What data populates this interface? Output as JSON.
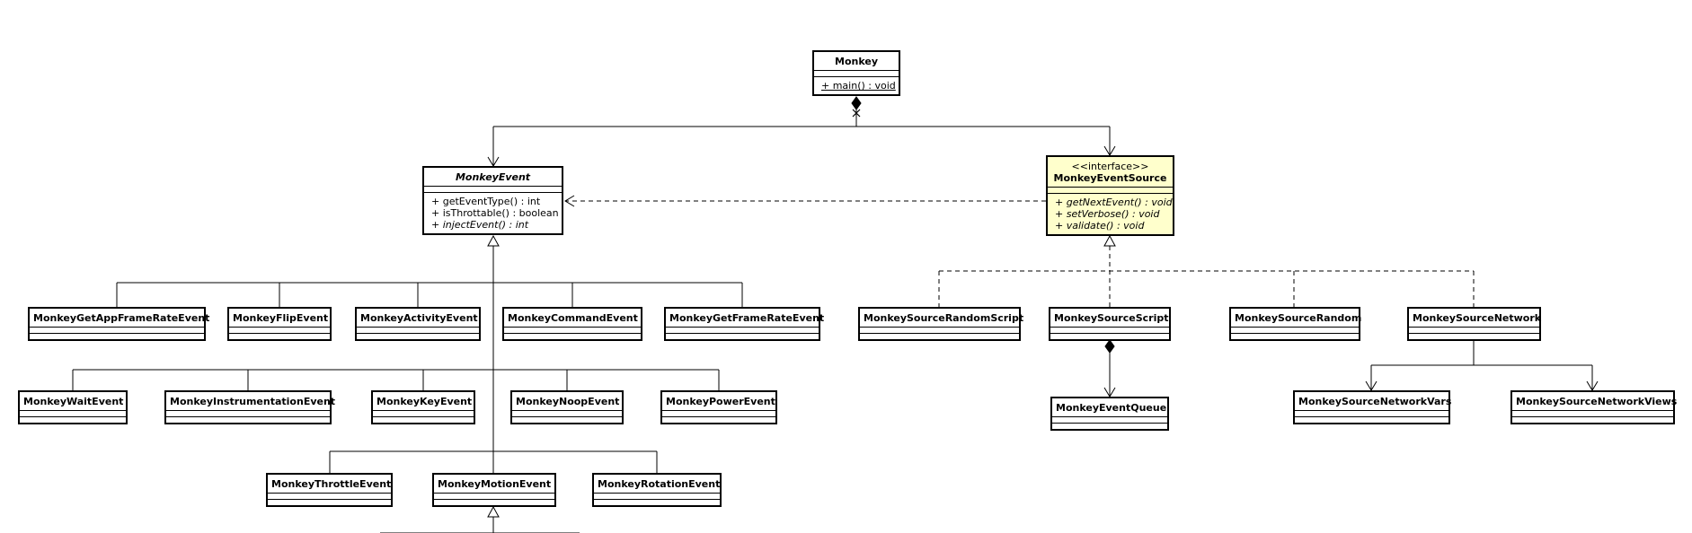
{
  "diagram": {
    "classes": {
      "monkey": {
        "name": "Monkey",
        "operations": [
          {
            "text": "+ main() : void",
            "static": true
          }
        ]
      },
      "monkey_event": {
        "name": "MonkeyEvent",
        "operations": [
          {
            "text": "+ getEventType() : int"
          },
          {
            "text": "+ isThrottable() : boolean"
          },
          {
            "text": "+ injectEvent() : int",
            "abstract": true
          }
        ]
      },
      "monkey_event_source": {
        "stereotype": "<<interface>>",
        "name": "MonkeyEventSource",
        "operations": [
          {
            "text": "+ getNextEvent() : void",
            "abstract": true
          },
          {
            "text": "+ setVerbose() : void",
            "abstract": true
          },
          {
            "text": "+ validate() : void",
            "abstract": true
          }
        ]
      },
      "get_app_frame_rate_event": {
        "name": "MonkeyGetAppFrameRateEvent"
      },
      "flip_event": {
        "name": "MonkeyFlipEvent"
      },
      "activity_event": {
        "name": "MonkeyActivityEvent"
      },
      "command_event": {
        "name": "MonkeyCommandEvent"
      },
      "get_frame_rate_event": {
        "name": "MonkeyGetFrameRateEvent"
      },
      "wait_event": {
        "name": "MonkeyWaitEvent"
      },
      "instrumentation_event": {
        "name": "MonkeyInstrumentationEvent"
      },
      "key_event": {
        "name": "MonkeyKeyEvent"
      },
      "noop_event": {
        "name": "MonkeyNoopEvent"
      },
      "power_event": {
        "name": "MonkeyPowerEvent"
      },
      "throttle_event": {
        "name": "MonkeyThrottleEvent"
      },
      "motion_event": {
        "name": "MonkeyMotionEvent"
      },
      "rotation_event": {
        "name": "MonkeyRotationEvent"
      },
      "source_random_script": {
        "name": "MonkeySourceRandomScript"
      },
      "source_script": {
        "name": "MonkeySourceScript"
      },
      "source_random": {
        "name": "MonkeySourceRandom"
      },
      "source_network": {
        "name": "MonkeySourceNetwork"
      },
      "event_queue": {
        "name": "MonkeyEventQueue"
      },
      "source_network_vars": {
        "name": "MonkeySourceNetworkVars"
      },
      "source_network_views": {
        "name": "MonkeySourceNetworkViews"
      }
    },
    "colors": {
      "line": "#000000",
      "class_fill": "#ffffff",
      "interface_fill": "#ffffcc"
    }
  }
}
